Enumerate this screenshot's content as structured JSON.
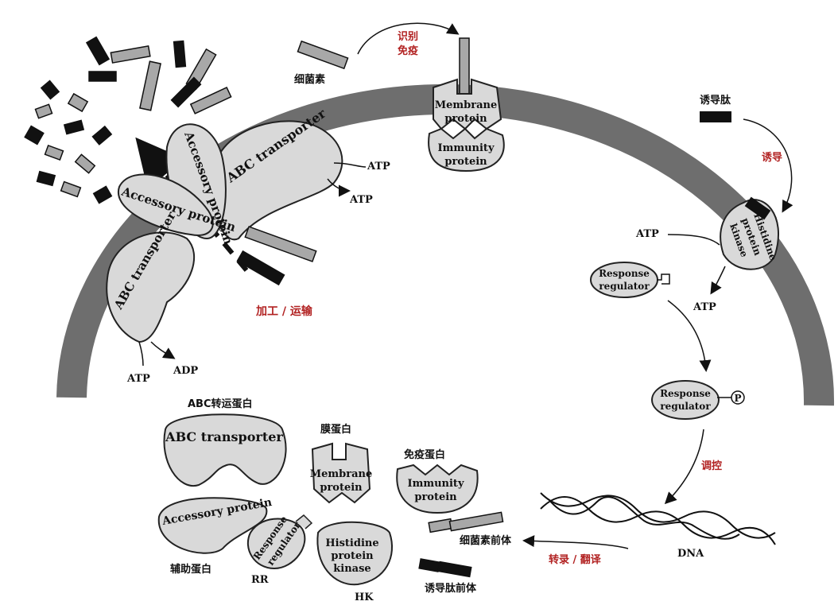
{
  "labels": {
    "bacteriocin": "细菌素",
    "recognition_immunity_line1": "识别",
    "recognition_immunity_line2": "免疫",
    "inducer_peptide": "诱导肽",
    "induction": "诱导",
    "processing_transport": "加工 / 运输",
    "regulation": "调控",
    "transcription_translation": "转录 / 翻译",
    "dna": "DNA",
    "atp": "ATP",
    "adp": "ADP"
  },
  "proteins": {
    "abc_transporter": "ABC transporter",
    "accessory_protein": "Accessory protein",
    "membrane_protein_line1": "Membrane",
    "membrane_protein_line2": "protein",
    "immunity_protein_line1": "Immunity",
    "immunity_protein_line2": "protein",
    "histidine_kinase_line1": "Histidine",
    "histidine_kinase_line2": "protein",
    "histidine_kinase_line3": "kinase",
    "response_regulator_line1": "Response",
    "response_regulator_line2": "regulator",
    "phosphate": "P"
  },
  "legend": {
    "abc_transporter_zh": "ABC转运蛋白",
    "membrane_protein_zh": "膜蛋白",
    "immunity_protein_zh": "免疫蛋白",
    "accessory_protein_zh": "辅助蛋白",
    "rr": "RR",
    "hk": "HK",
    "bacteriocin_precursor": "细菌素前体",
    "inducer_precursor": "诱导肽前体"
  },
  "colors": {
    "membrane": "#6e6e6e",
    "protein_fill": "#d9d9d9",
    "peptide_dark": "#111111",
    "peptide_light": "#a8a8a8",
    "accent_red": "#b22222"
  }
}
